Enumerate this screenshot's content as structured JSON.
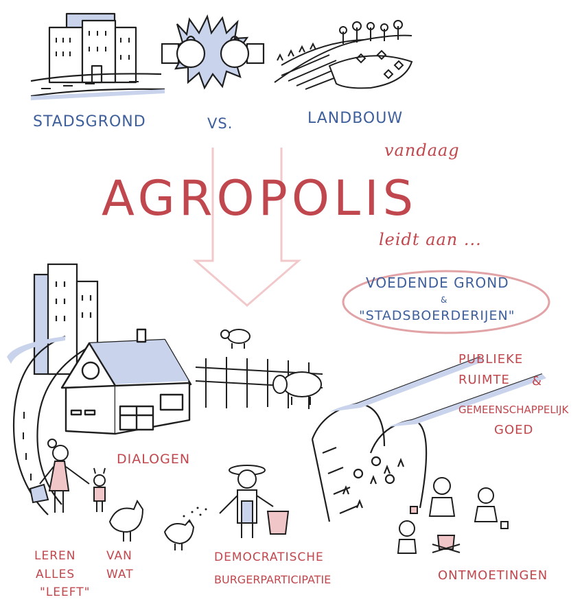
{
  "top": {
    "left_label": "STADSGROND",
    "middle_label": "VS.",
    "right_label": "LANDBOUW",
    "today": "vandaag"
  },
  "title": "AGROPOLIS",
  "leads_to": "leidt aan ...",
  "goals": {
    "line1": "VOEDENDE GROND",
    "connector": "&",
    "line2": "\"STADSBOERDERIJEN\""
  },
  "labels": {
    "dialogen": "DIALOGEN",
    "publiek_1": "PUBLIEKE",
    "publiek_2": "RUIMTE",
    "publiek_amp": "&",
    "publiek_3": "GEMEENSCHAPPELIJK",
    "publiek_4": "GOED",
    "leren_1": "LEREN",
    "leren_van": "VAN",
    "leren_2": "ALLES",
    "leren_wat": "WAT",
    "leren_3": "\"LEEFT\"",
    "democratie_1": "DEMOCRATISCHE",
    "democratie_2": "BURGERPARTICIPATIE",
    "ontmoetingen": "ONTMOETINGEN"
  },
  "colors": {
    "ink": "#1e1e1e",
    "blue": "#3e5f9c",
    "red": "#c0474d",
    "shade": "#c9d4ec",
    "pink": "#f0c6c8"
  }
}
